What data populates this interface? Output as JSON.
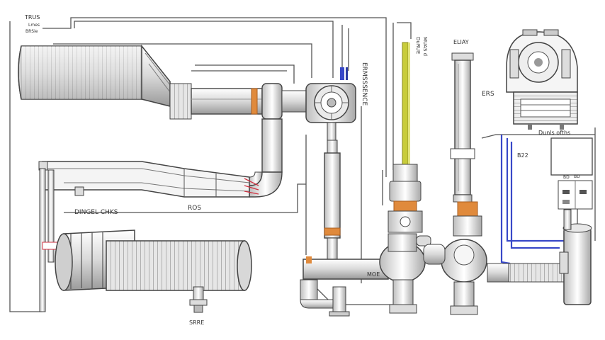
{
  "labels": {
    "top_left_1": "TRUS",
    "top_left_2": "Lmes",
    "top_left_3": "BRSie",
    "vertical_mid": "ERMSSSENCE",
    "vertical_right_1": "DuRUE",
    "vertical_right_2": "MUAS d",
    "right_top": "ELIAY",
    "turbo_side": "ERS",
    "right_box_caption": "Dunls ofths",
    "blue_side": "B22",
    "mid_duct": "ROS",
    "lower_left": "DINGEL CHKS",
    "bottom_left_valve": "SRRE",
    "valve_mid_left": "MOE",
    "right_panel_top": "BD",
    "right_panel_bottom": "BD"
  },
  "colors": {
    "line": "#4a4a4a",
    "pipe_fill": "#f2f2f2",
    "accent_orange": "#e08a3c",
    "accent_blue": "#3848c8",
    "accent_yellow": "#c8cc3a",
    "accent_red": "#d03040"
  }
}
